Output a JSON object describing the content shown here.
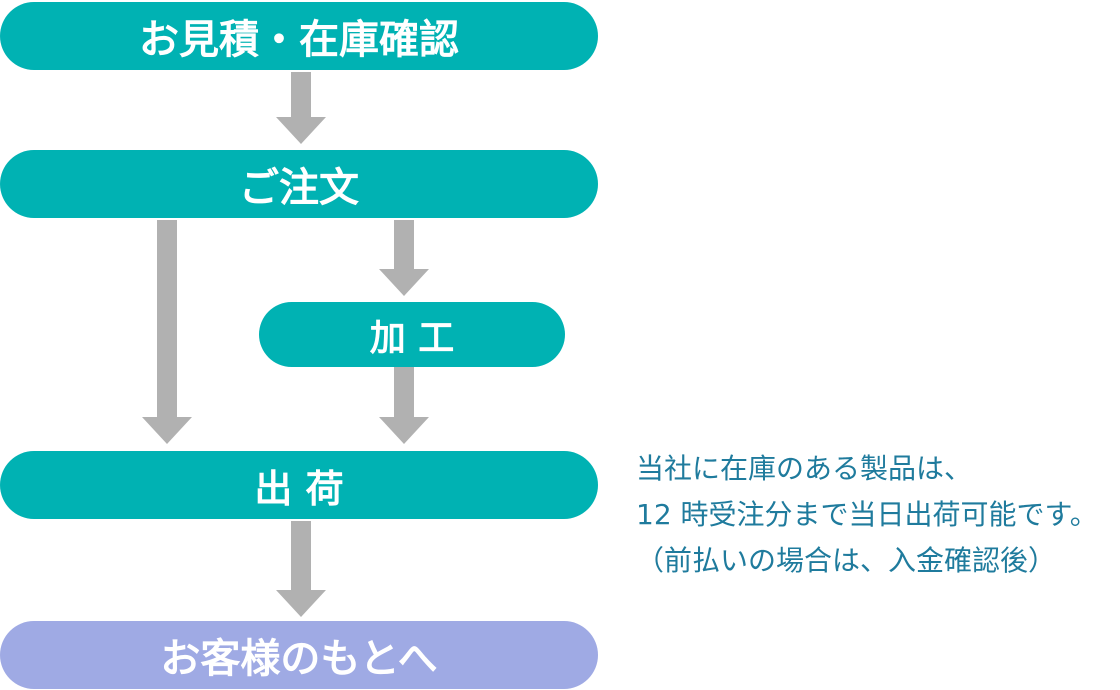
{
  "flow": {
    "steps": [
      {
        "id": "quote",
        "label": "お見積・在庫確認"
      },
      {
        "id": "order",
        "label": "ご注文"
      },
      {
        "id": "processing",
        "label": "加 工"
      },
      {
        "id": "shipping",
        "label": "出 荷"
      },
      {
        "id": "customer",
        "label": "お客様のもとへ"
      }
    ],
    "connections": [
      {
        "from": "quote",
        "to": "order"
      },
      {
        "from": "order",
        "to": "shipping"
      },
      {
        "from": "order",
        "to": "processing"
      },
      {
        "from": "processing",
        "to": "shipping"
      },
      {
        "from": "shipping",
        "to": "customer"
      }
    ]
  },
  "note": {
    "lines": [
      "当社に在庫のある製品は、",
      "12 時受注分まで当日出荷可能です。",
      "（前払いの場合は、入金確認後）"
    ]
  },
  "colors": {
    "page_bg": "#ffffff",
    "step_teal": "#00b2b3",
    "step_customer": "#9faae4",
    "step_label": "#ffffff",
    "arrow_gray": "#b1b1b1",
    "note_text": "#1f7b9d"
  }
}
